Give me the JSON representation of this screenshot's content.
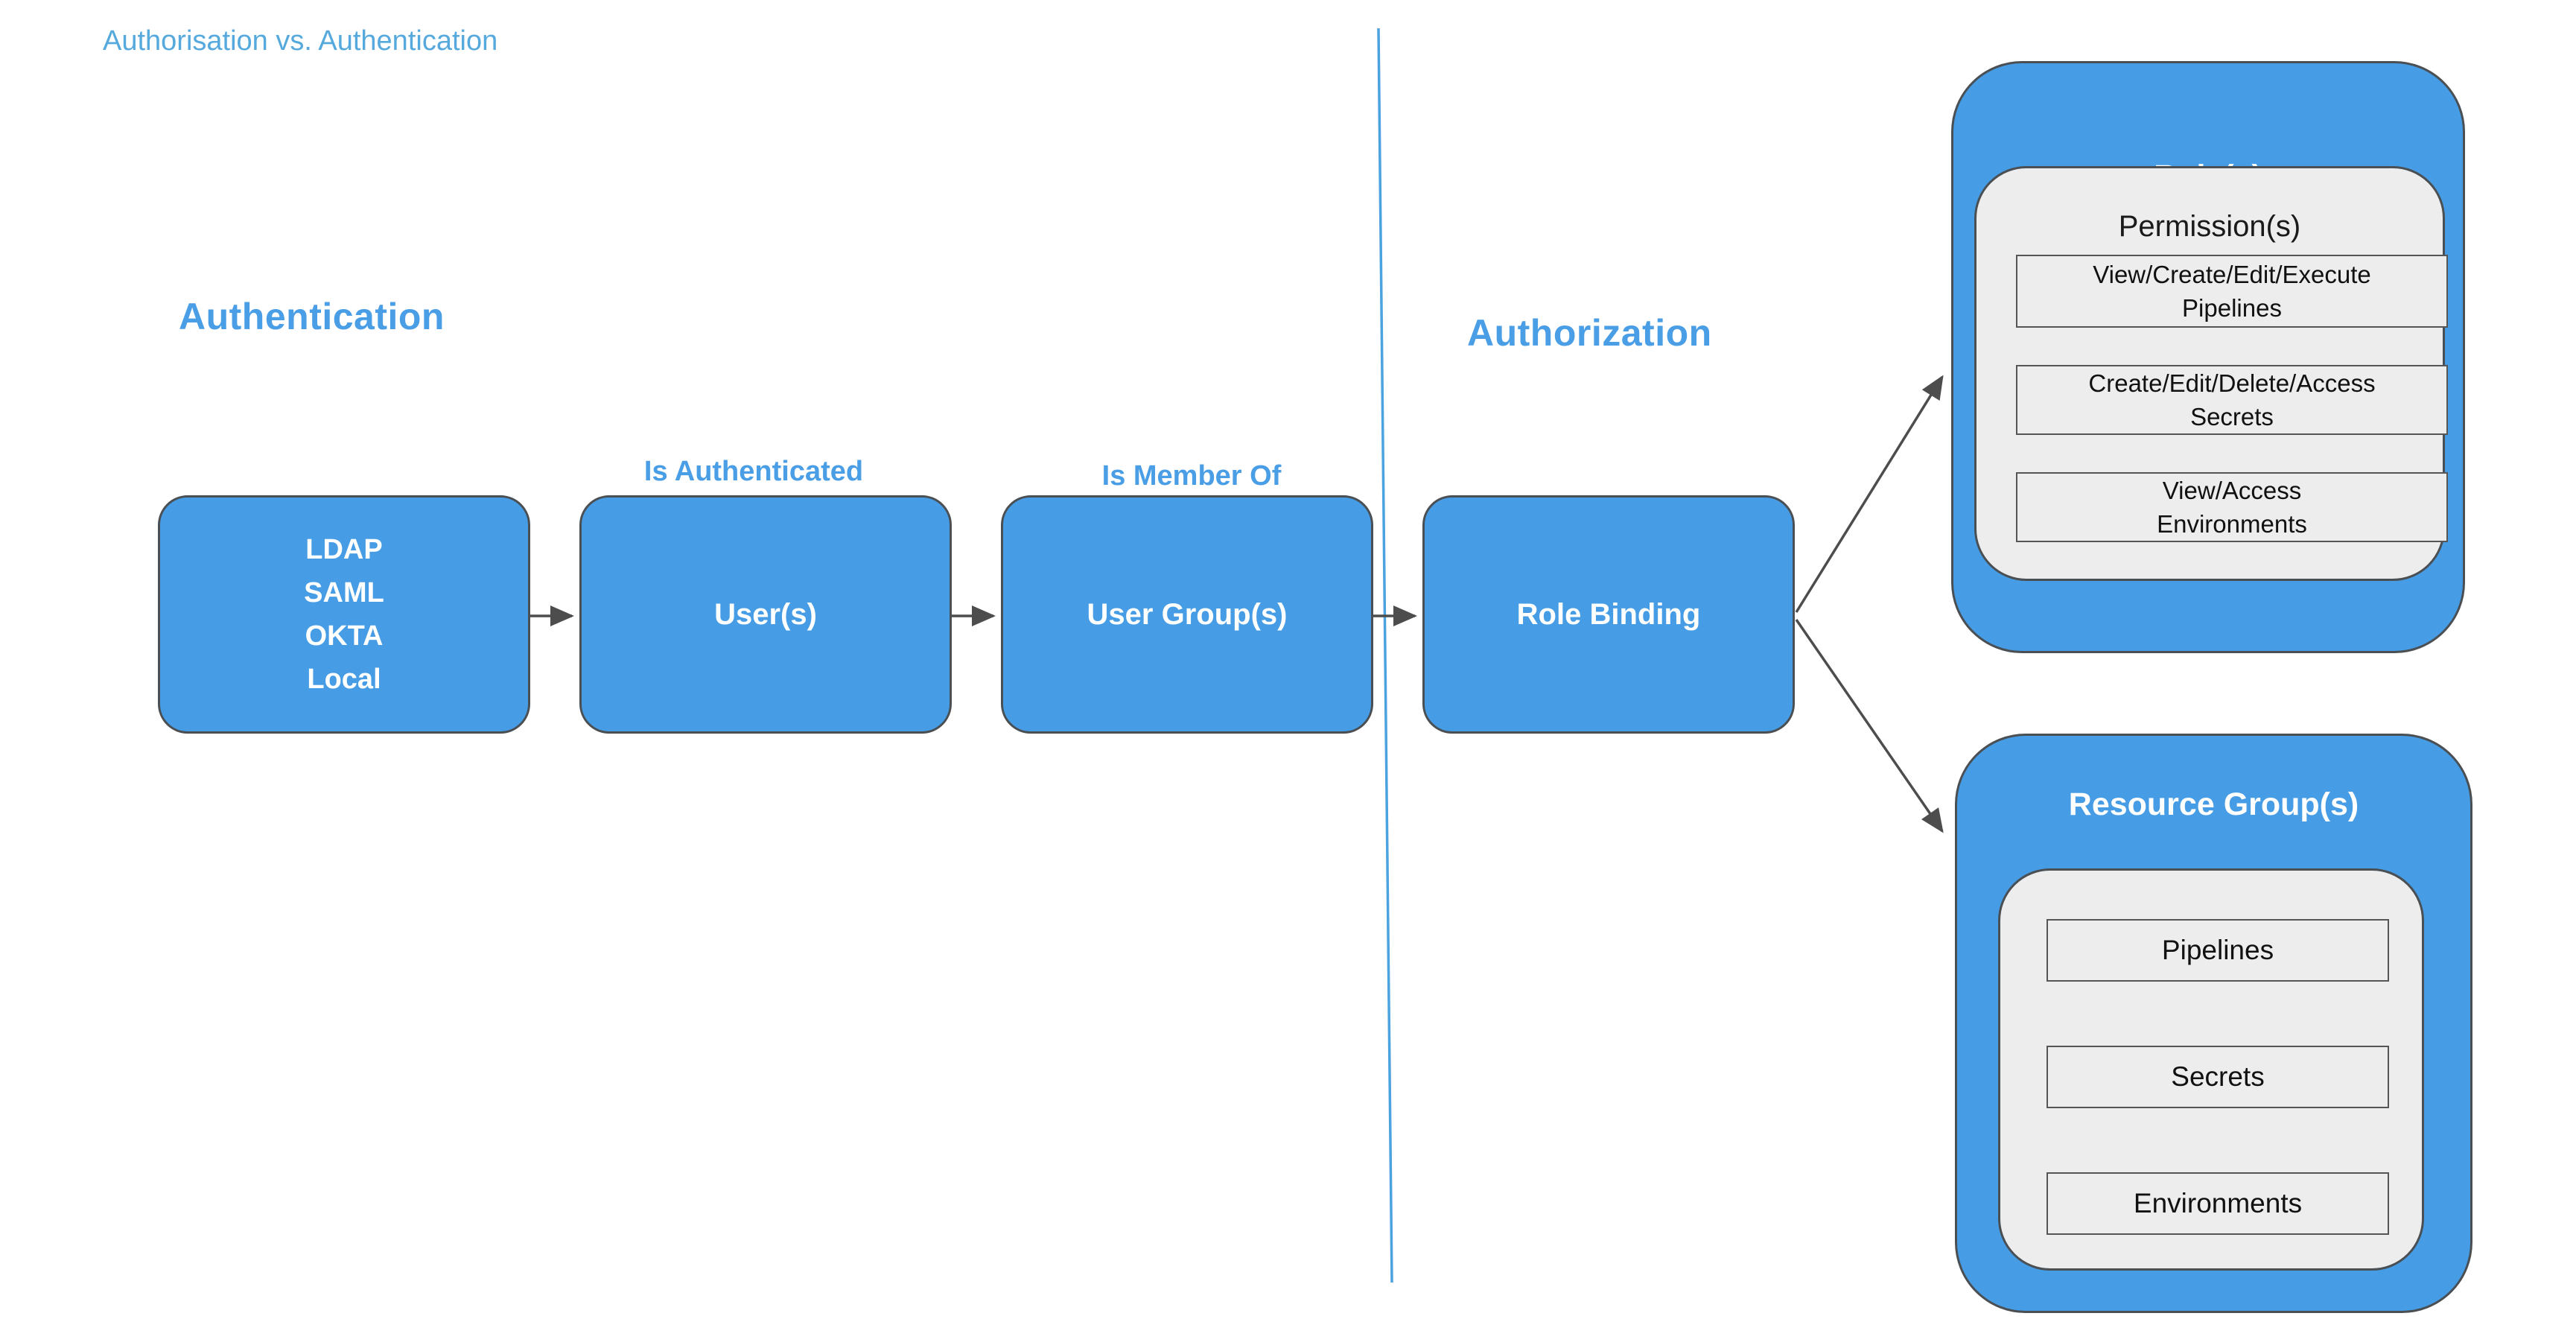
{
  "title": "Authorisation vs. Authentication",
  "sections": {
    "authentication": {
      "heading": "Authentication"
    },
    "authorization": {
      "heading": "Authorization"
    }
  },
  "flow": {
    "identity_providers": {
      "lines": [
        "LDAP",
        "SAML",
        "OKTA",
        "Local"
      ]
    },
    "users": {
      "label": "User(s)",
      "annotation": "Is Authenticated"
    },
    "user_groups": {
      "label": "User Group(s)",
      "annotation": "Is Member Of"
    },
    "role_binding": {
      "label": "Role Binding"
    }
  },
  "roles": {
    "title": "Role(s)",
    "permissions": {
      "title": "Permission(s)",
      "items": [
        [
          "View/Create/Edit/Execute",
          "Pipelines"
        ],
        [
          "Create/Edit/Delete/Access",
          "Secrets"
        ],
        [
          "View/Access",
          "Environments"
        ]
      ]
    }
  },
  "resource_groups": {
    "title": "Resource Group(s)",
    "items": [
      "Pipelines",
      "Secrets",
      "Environments"
    ]
  },
  "colors": {
    "node_fill": "#469DE5",
    "node_border": "#4A4F54",
    "panel_fill": "#EDEDED",
    "label_blue": "#4A9EE6",
    "title_blue": "#55A9DC",
    "arrow": "#4D4D4D",
    "divider": "#4BA3DF",
    "item_text": "#111111"
  }
}
